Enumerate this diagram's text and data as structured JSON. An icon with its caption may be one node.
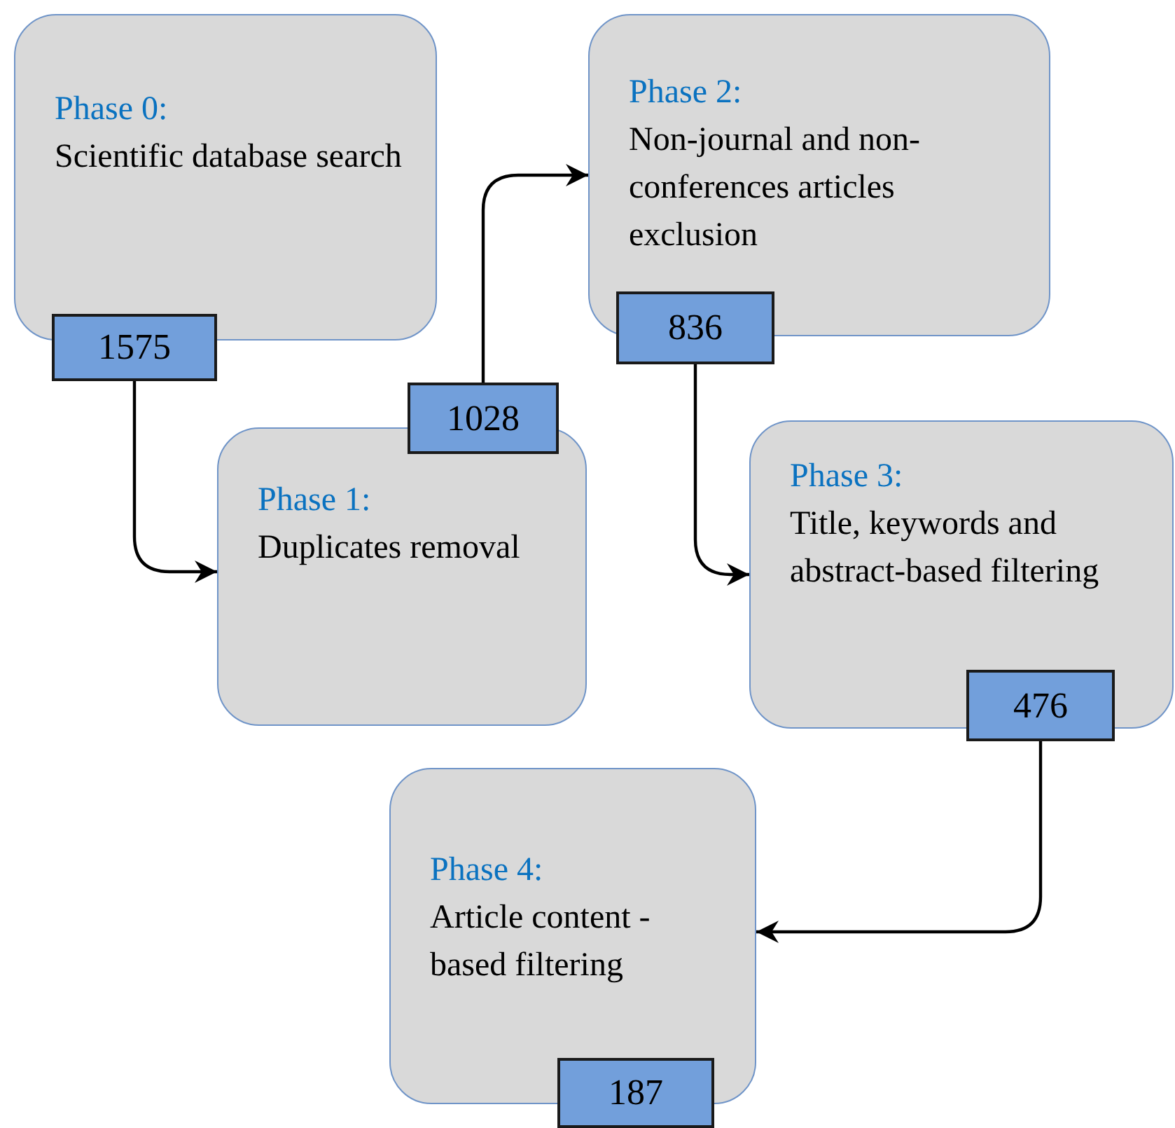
{
  "diagram": {
    "nodes": [
      {
        "text": [
          "Phase 0:",
          "Scientific database search"
        ]
      },
      {
        "text": [
          "1575"
        ]
      },
      {
        "text": [
          "Phase 1:",
          "Duplicates removal"
        ]
      },
      {
        "text": [
          "1028"
        ]
      },
      {
        "text": [
          "Phase 2:",
          "Non-journal and non-conferences articles exclusion"
        ]
      },
      {
        "text": [
          "836"
        ]
      },
      {
        "text": [
          "Phase 3:",
          "Title, keywords and abstract-based filtering"
        ]
      },
      {
        "text": [
          "476"
        ]
      },
      {
        "text": [
          "Phase 4:",
          "Article content - based filtering"
        ]
      },
      {
        "text": [
          "187"
        ]
      }
    ],
    "edges": [
      {
        "from": 1,
        "to": 2,
        "arrow": "to"
      },
      {
        "from": 3,
        "to": 4,
        "arrow": "to"
      },
      {
        "from": 5,
        "to": 6,
        "arrow": "to"
      },
      {
        "from": 7,
        "to": 8,
        "arrow": "to"
      }
    ]
  }
}
